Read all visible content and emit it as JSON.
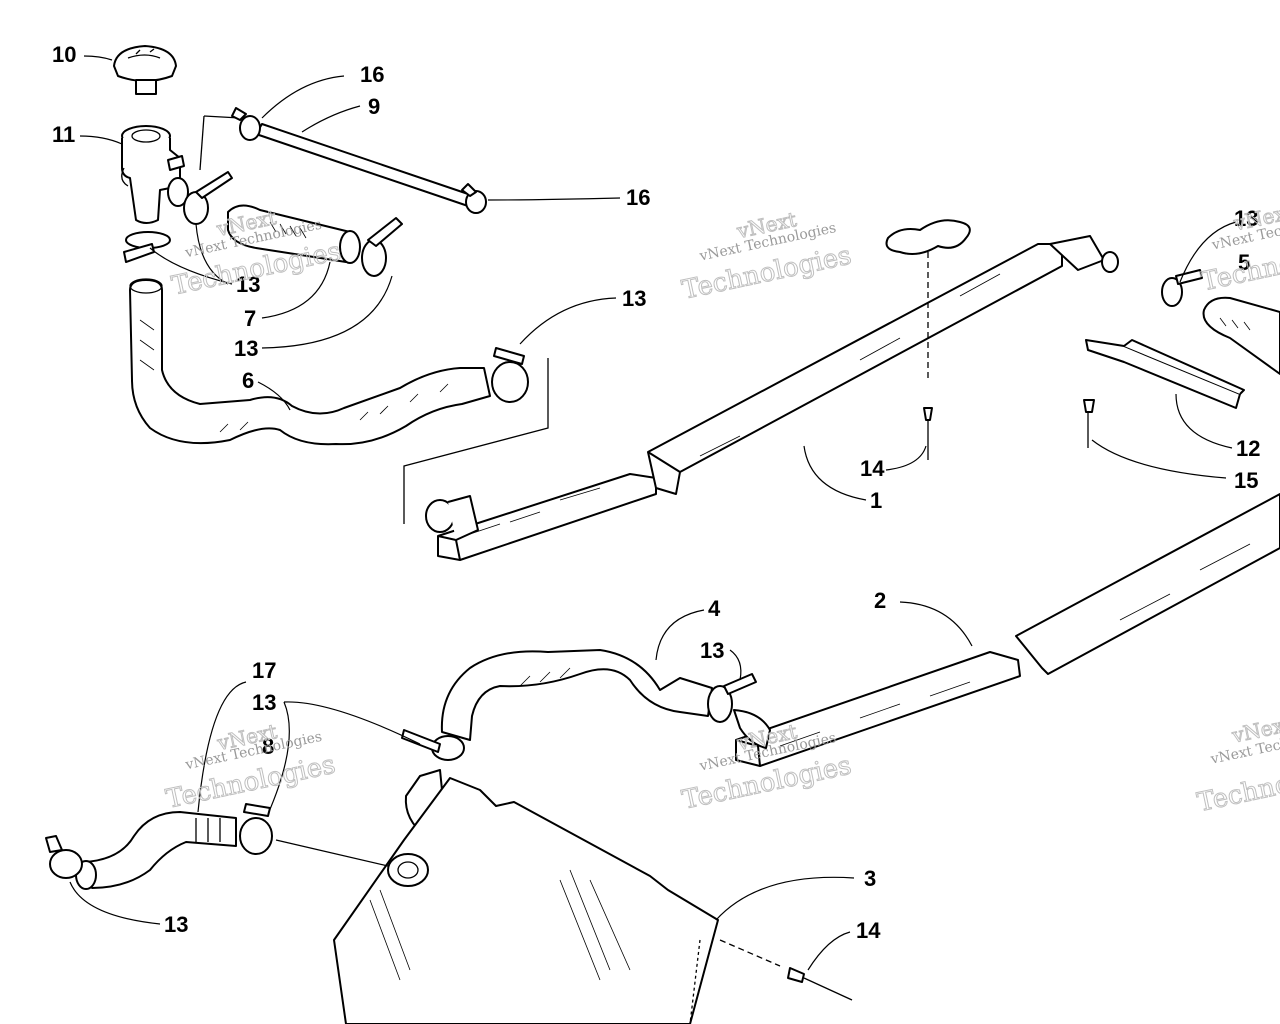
{
  "watermark": {
    "line1": "vNext",
    "line2": "vNext Technologies",
    "line3": "Technologies"
  },
  "callouts": [
    {
      "id": "c10",
      "label": "10"
    },
    {
      "id": "c16a",
      "label": "16"
    },
    {
      "id": "c9",
      "label": "9"
    },
    {
      "id": "c11",
      "label": "11"
    },
    {
      "id": "c16b",
      "label": "16"
    },
    {
      "id": "c13a",
      "label": "13"
    },
    {
      "id": "c7",
      "label": "7"
    },
    {
      "id": "c13b",
      "label": "13"
    },
    {
      "id": "c13c",
      "label": "13"
    },
    {
      "id": "c6",
      "label": "6"
    },
    {
      "id": "c13d",
      "label": "13"
    },
    {
      "id": "c5",
      "label": "5"
    },
    {
      "id": "c12",
      "label": "12"
    },
    {
      "id": "c14a",
      "label": "14"
    },
    {
      "id": "c15",
      "label": "15"
    },
    {
      "id": "c1",
      "label": "1"
    },
    {
      "id": "c4",
      "label": "4"
    },
    {
      "id": "c2",
      "label": "2"
    },
    {
      "id": "c13e",
      "label": "13"
    },
    {
      "id": "c17",
      "label": "17"
    },
    {
      "id": "c13f",
      "label": "13"
    },
    {
      "id": "c8",
      "label": "8"
    },
    {
      "id": "c3",
      "label": "3"
    },
    {
      "id": "c13g",
      "label": "13"
    },
    {
      "id": "c14b",
      "label": "14"
    }
  ]
}
